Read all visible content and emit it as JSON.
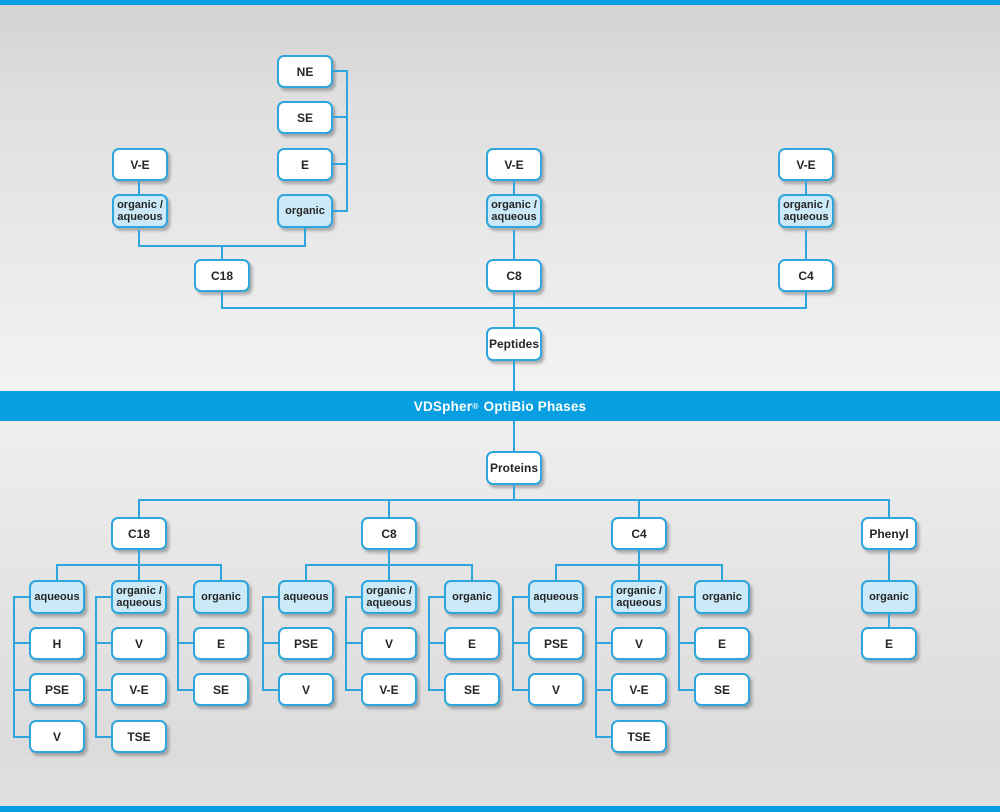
{
  "banner": {
    "brand": "VDSpher",
    "registered_mark": "®",
    "product": "OptiBio Phases"
  },
  "peptides": {
    "result_label": "Peptides",
    "c18": {
      "label": "C18",
      "organic_aqueous": {
        "mode_label": "organic / aqueous",
        "variants": [
          "V-E"
        ]
      },
      "organic": {
        "mode_label": "organic",
        "variants": [
          "NE",
          "SE",
          "E"
        ]
      }
    },
    "c8": {
      "label": "C8",
      "organic_aqueous": {
        "mode_label": "organic / aqueous",
        "variants": [
          "V-E"
        ]
      }
    },
    "c4": {
      "label": "C4",
      "organic_aqueous": {
        "mode_label": "organic / aqueous",
        "variants": [
          "V-E"
        ]
      }
    }
  },
  "proteins": {
    "result_label": "Proteins",
    "c18": {
      "label": "C18",
      "aqueous": {
        "mode_label": "aqueous",
        "variants": [
          "H",
          "PSE",
          "V"
        ]
      },
      "organic_aqueous": {
        "mode_label": "organic / aqueous",
        "variants": [
          "V",
          "V-E",
          "TSE"
        ]
      },
      "organic": {
        "mode_label": "organic",
        "variants": [
          "E",
          "SE"
        ]
      }
    },
    "c8": {
      "label": "C8",
      "aqueous": {
        "mode_label": "aqueous",
        "variants": [
          "PSE",
          "V"
        ]
      },
      "organic_aqueous": {
        "mode_label": "organic / aqueous",
        "variants": [
          "V",
          "V-E"
        ]
      },
      "organic": {
        "mode_label": "organic",
        "variants": [
          "E",
          "SE"
        ]
      }
    },
    "c4": {
      "label": "C4",
      "aqueous": {
        "mode_label": "aqueous",
        "variants": [
          "PSE",
          "V"
        ]
      },
      "organic_aqueous": {
        "mode_label": "organic / aqueous",
        "variants": [
          "V",
          "V-E",
          "TSE"
        ]
      },
      "organic": {
        "mode_label": "organic",
        "variants": [
          "E",
          "SE"
        ]
      }
    },
    "phenyl": {
      "label": "Phenyl",
      "organic": {
        "mode_label": "organic",
        "variants": [
          "E"
        ]
      }
    }
  },
  "colors": {
    "banner_blue": "#079fe2",
    "line_blue": "#2ea6dd",
    "mode_fill_light_blue": "#cbe9f7",
    "box_fill_white": "#ffffff",
    "text_dark": "#262626"
  }
}
